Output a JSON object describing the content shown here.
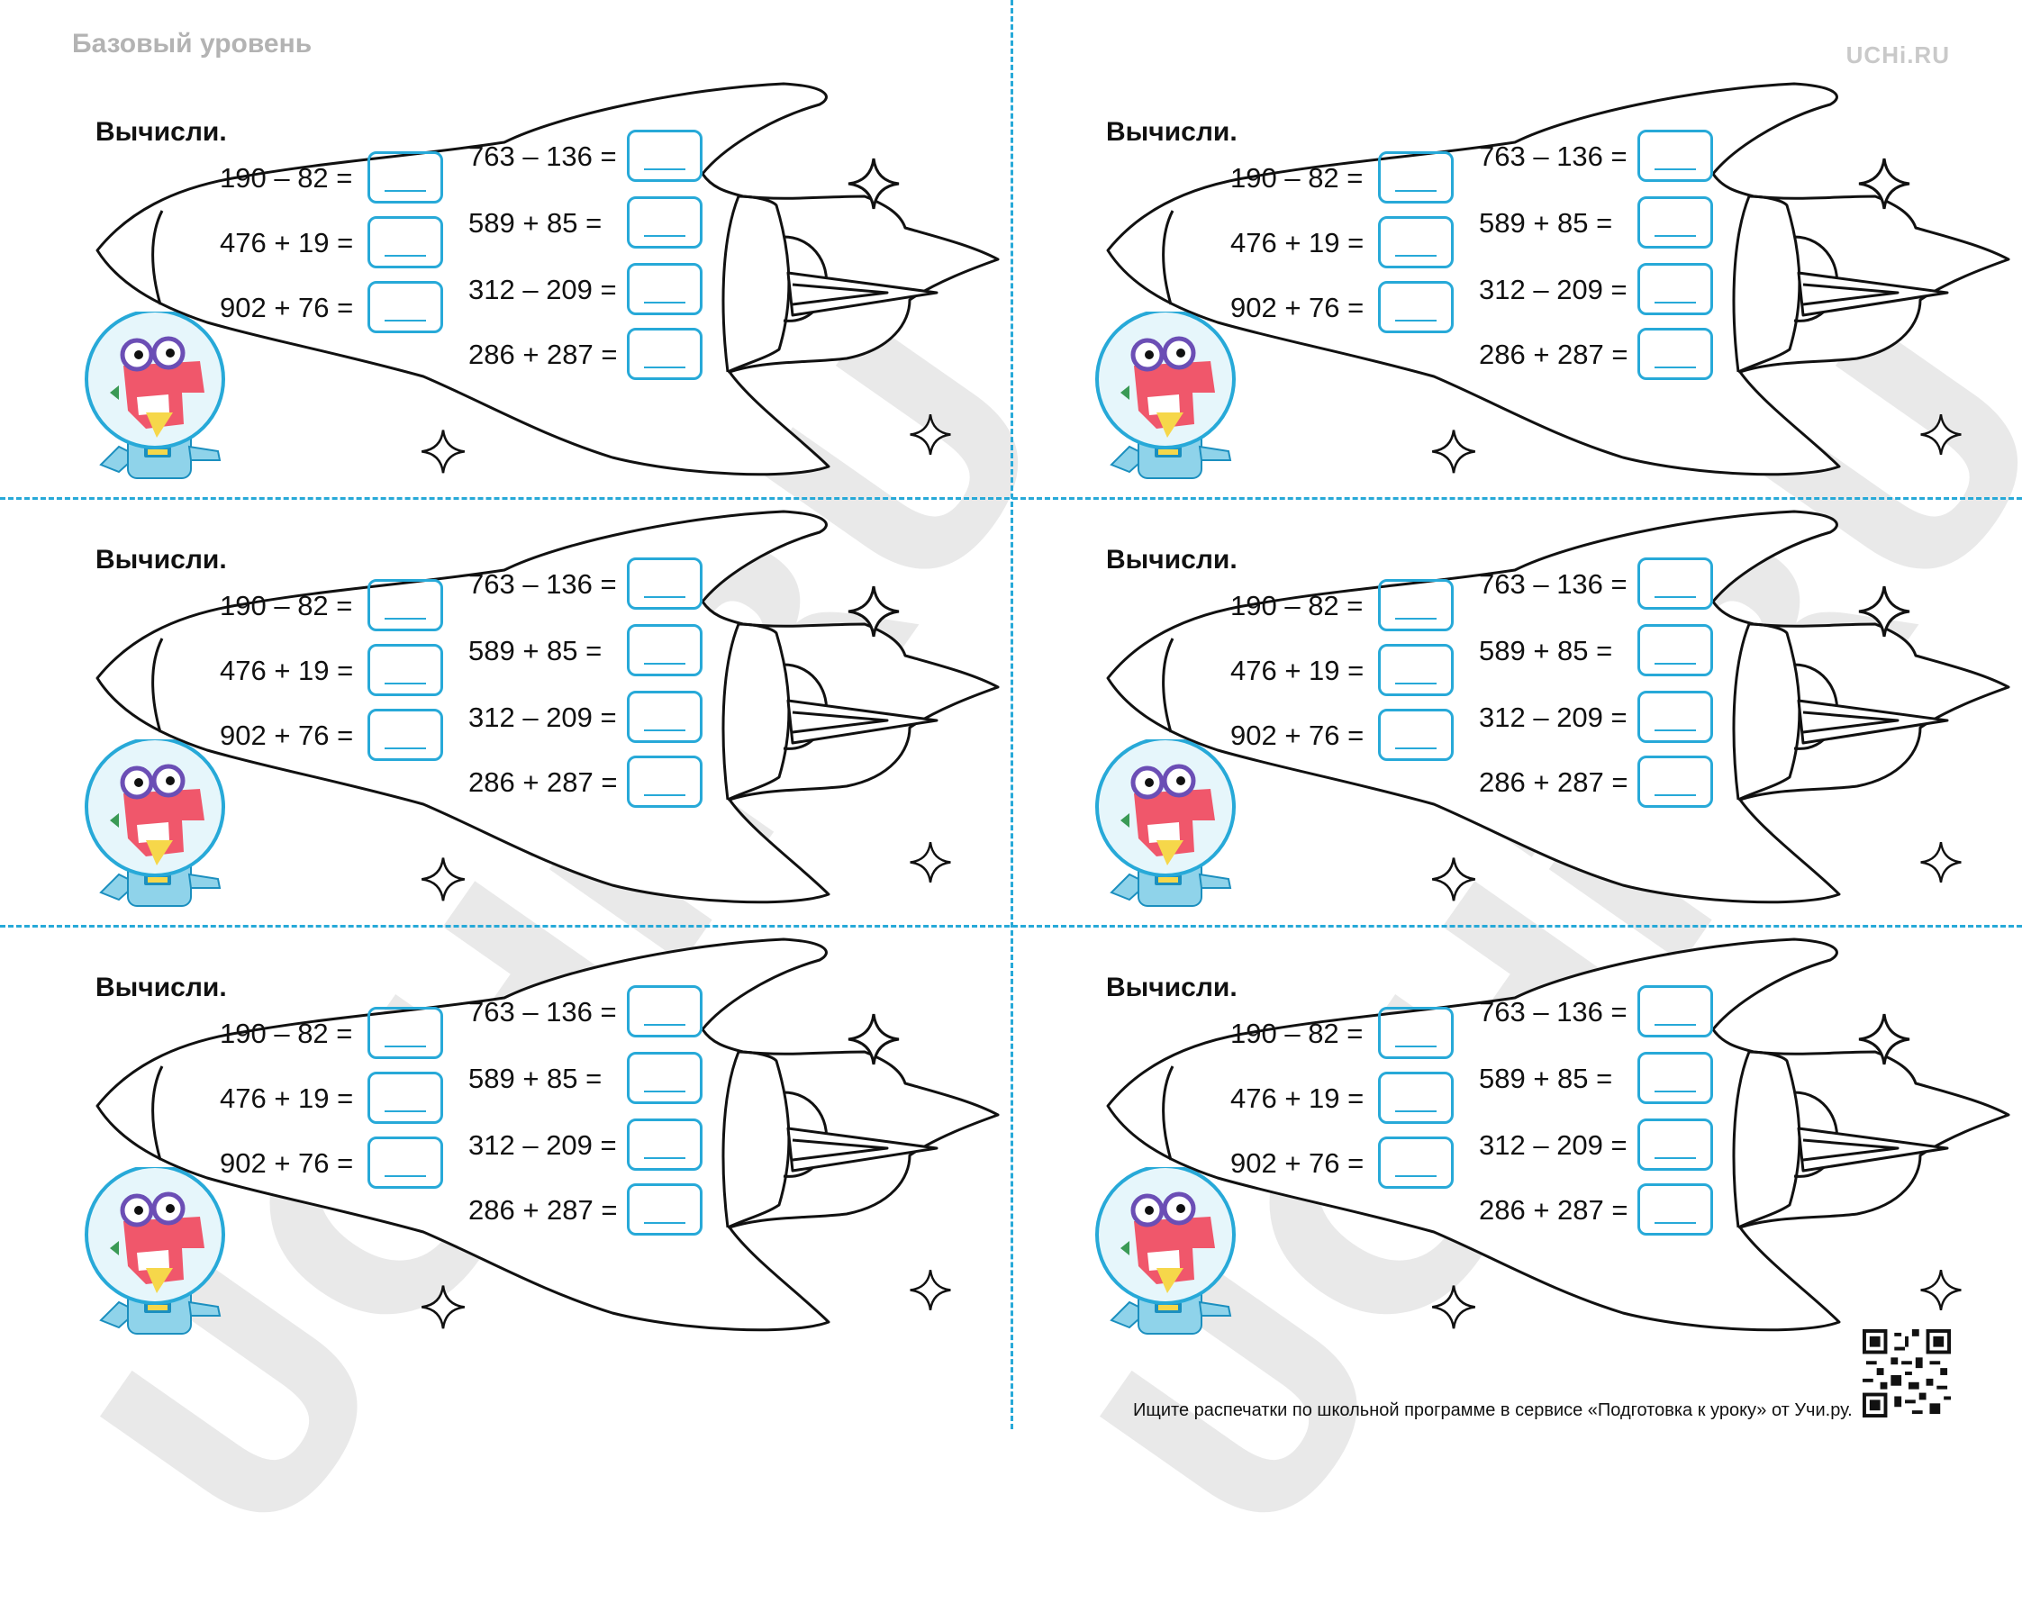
{
  "header": {
    "level": "Базовый уровень",
    "logo": "UCHi.RU"
  },
  "watermark_text": "UCHi.RU",
  "cards": [
    {
      "title": "Вычисли.",
      "left": [
        "190 – 82 =",
        "476 + 19 =",
        "902 + 76 ="
      ],
      "right": [
        "763 – 136  =",
        "589 + 85  =",
        "312 – 209 =",
        "286 + 287 ="
      ]
    },
    {
      "title": "Вычисли.",
      "left": [
        "190 – 82 =",
        "476 + 19 =",
        "902 + 76 ="
      ],
      "right": [
        "763 – 136  =",
        "589 + 85  =",
        "312 – 209 =",
        "286 + 287 ="
      ]
    },
    {
      "title": "Вычисли.",
      "left": [
        "190 – 82 =",
        "476 + 19 =",
        "902 + 76 ="
      ],
      "right": [
        "763 – 136  =",
        "589 + 85  =",
        "312 – 209 =",
        "286 + 287 ="
      ]
    },
    {
      "title": "Вычисли.",
      "left": [
        "190 – 82 =",
        "476 + 19 =",
        "902 + 76 ="
      ],
      "right": [
        "763 – 136  =",
        "589 + 85  =",
        "312 – 209 =",
        "286 + 287 ="
      ]
    },
    {
      "title": "Вычисли.",
      "left": [
        "190 – 82 =",
        "476 + 19 =",
        "902 + 76 ="
      ],
      "right": [
        "763 – 136  =",
        "589 + 85  =",
        "312 – 209 =",
        "286 + 287 ="
      ]
    },
    {
      "title": "Вычисли.",
      "left": [
        "190 – 82 =",
        "476 + 19 =",
        "902 + 76 ="
      ],
      "right": [
        "763 – 136  =",
        "589 + 85  =",
        "312 – 209 =",
        "286 + 287 ="
      ]
    }
  ],
  "footer": {
    "text": "Ищите распечатки по школьной программе в сервисе «Подготовка к уроку» от Учи.ру."
  },
  "colors": {
    "accent": "#27a9d8",
    "dino": "#f0576b",
    "suit": "#8fd3ea",
    "watermark": "#e9e9e9"
  },
  "icons": [
    "rocket-outline",
    "sparkle-star-icon",
    "dino-astronaut-icon",
    "qr-code-icon"
  ]
}
